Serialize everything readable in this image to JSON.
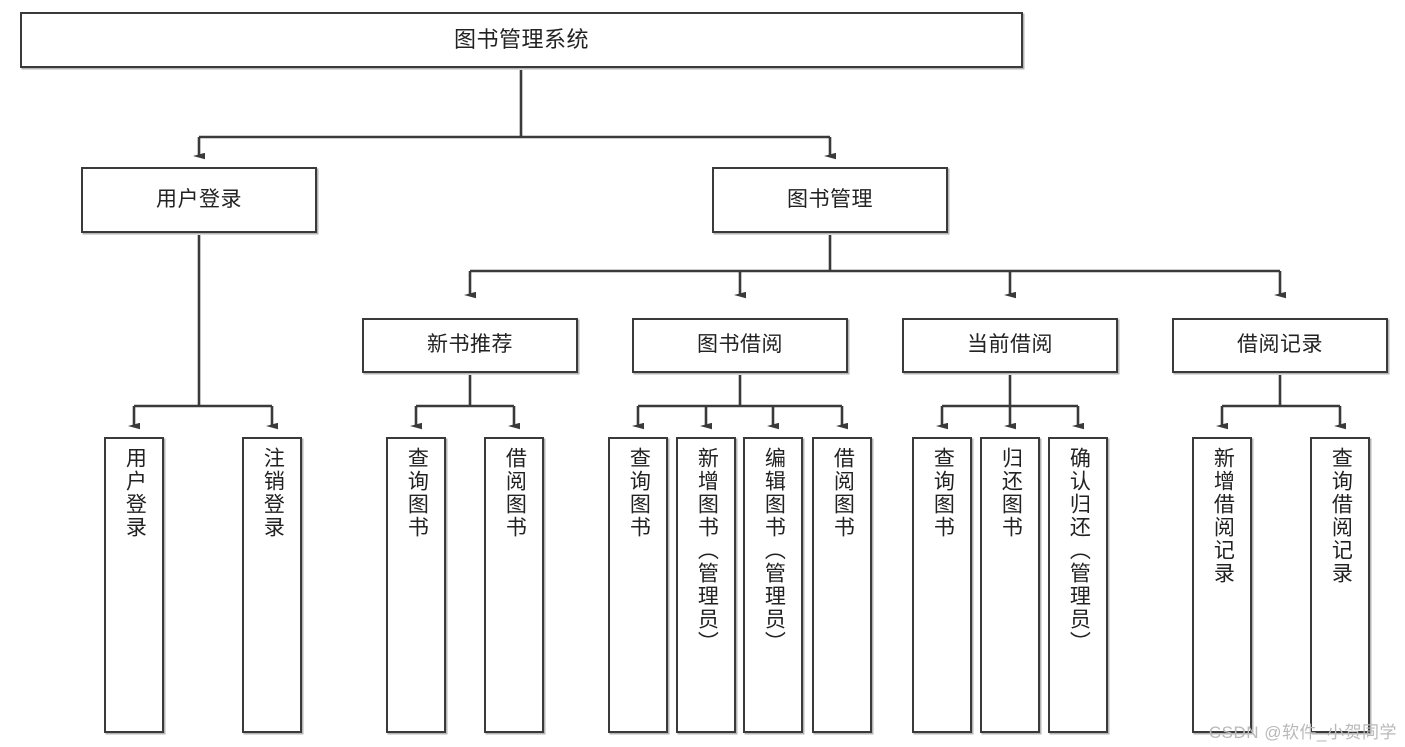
{
  "diagram": {
    "title": "图书管理系统",
    "watermark": "CSDN @软件_小贺同学",
    "line_color": "#3a3a3a",
    "box_fill": "#ffffff",
    "text_color": "#222222",
    "watermark_color": "#b9b9b9"
  },
  "nodes": {
    "root": {
      "label": "图书管理系统"
    },
    "branch_user_login": {
      "label": "用户登录"
    },
    "branch_book_manage": {
      "label": "图书管理"
    },
    "sub_new_book": {
      "label": "新书推荐"
    },
    "sub_book_borrow": {
      "label": "图书借阅"
    },
    "sub_current_borrow": {
      "label": "当前借阅"
    },
    "sub_borrow_record": {
      "label": "借阅记录"
    },
    "leaf_user_login": {
      "label": "用户登录"
    },
    "leaf_user_logout": {
      "label": "注销登录"
    },
    "leaf_new_query_book": {
      "label": "查询图书"
    },
    "leaf_new_borrow_book": {
      "label": "借阅图书"
    },
    "leaf_borrow_query_book": {
      "label": "查询图书"
    },
    "leaf_borrow_add_book": {
      "label": "新增图书（管理员）"
    },
    "leaf_borrow_edit_book": {
      "label": "编辑图书（管理员）"
    },
    "leaf_borrow_borrow_book": {
      "label": "借阅图书"
    },
    "leaf_current_query_book": {
      "label": "查询图书"
    },
    "leaf_current_return_book": {
      "label": "归还图书"
    },
    "leaf_current_confirm_return": {
      "label": "确认归还（管理员）"
    },
    "leaf_record_add": {
      "label": "新增借阅记录"
    },
    "leaf_record_query": {
      "label": "查询借阅记录"
    }
  },
  "chart_data": {
    "type": "tree",
    "title": "图书管理系统",
    "orientation": "top-down",
    "tree": {
      "label": "图书管理系统",
      "children": [
        {
          "label": "用户登录",
          "children": [
            {
              "label": "用户登录"
            },
            {
              "label": "注销登录"
            }
          ]
        },
        {
          "label": "图书管理",
          "children": [
            {
              "label": "新书推荐",
              "children": [
                {
                  "label": "查询图书"
                },
                {
                  "label": "借阅图书"
                }
              ]
            },
            {
              "label": "图书借阅",
              "children": [
                {
                  "label": "查询图书"
                },
                {
                  "label": "新增图书（管理员）"
                },
                {
                  "label": "编辑图书（管理员）"
                },
                {
                  "label": "借阅图书"
                }
              ]
            },
            {
              "label": "当前借阅",
              "children": [
                {
                  "label": "查询图书"
                },
                {
                  "label": "归还图书"
                },
                {
                  "label": "确认归还（管理员）"
                }
              ]
            },
            {
              "label": "借阅记录",
              "children": [
                {
                  "label": "新增借阅记录"
                },
                {
                  "label": "查询借阅记录"
                }
              ]
            }
          ]
        }
      ]
    }
  }
}
